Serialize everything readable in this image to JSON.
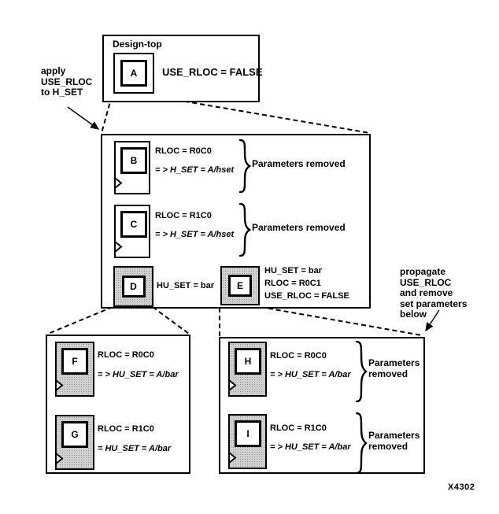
{
  "colors": {
    "background": "#ffffff",
    "line": "#000000",
    "block_gray": "#d2d2d2"
  },
  "design_top": {
    "title": "Design-top",
    "block_label": "A",
    "param": "USE_RLOC = FALSE"
  },
  "left_note": {
    "line1": "apply",
    "line2": "USE_RLOC",
    "line3": "to H_SET"
  },
  "right_note": {
    "line1": "propagate",
    "line2": "USE_RLOC",
    "line3": "and remove",
    "line4": "set parameters",
    "line5": "below"
  },
  "mid_box": {
    "block_b": {
      "label": "B",
      "param1": "RLOC = R0C0",
      "param2": "= > H_SET = A/hset",
      "note": "Parameters removed"
    },
    "block_c": {
      "label": "C",
      "param1": "RLOC = R1C0",
      "param2": "= > H_SET = A/hset",
      "note": "Parameters removed"
    },
    "block_d": {
      "label": "D",
      "param1": "HU_SET = bar"
    },
    "block_e": {
      "label": "E",
      "param1": "HU_SET = bar",
      "param2": "RLOC = R0C1",
      "param3": "USE_RLOC = FALSE"
    }
  },
  "bottom_left_box": {
    "block_f": {
      "label": "F",
      "param1": "RLOC = R0C0",
      "param2": "= > HU_SET = A/bar"
    },
    "block_g": {
      "label": "G",
      "param1": "RLOC = R1C0",
      "param2": "= HU_SET = A/bar"
    }
  },
  "bottom_right_box": {
    "block_h": {
      "label": "H",
      "param1": "RLOC = R0C0",
      "param2": "= > HU_SET = A/bar",
      "note": "Parameters removed"
    },
    "block_i": {
      "label": "I",
      "param1": "RLOC = R1C0",
      "param2": "= > HU_SET = A/bar",
      "note": "Parameters removed"
    }
  },
  "figure_id": "X4302"
}
